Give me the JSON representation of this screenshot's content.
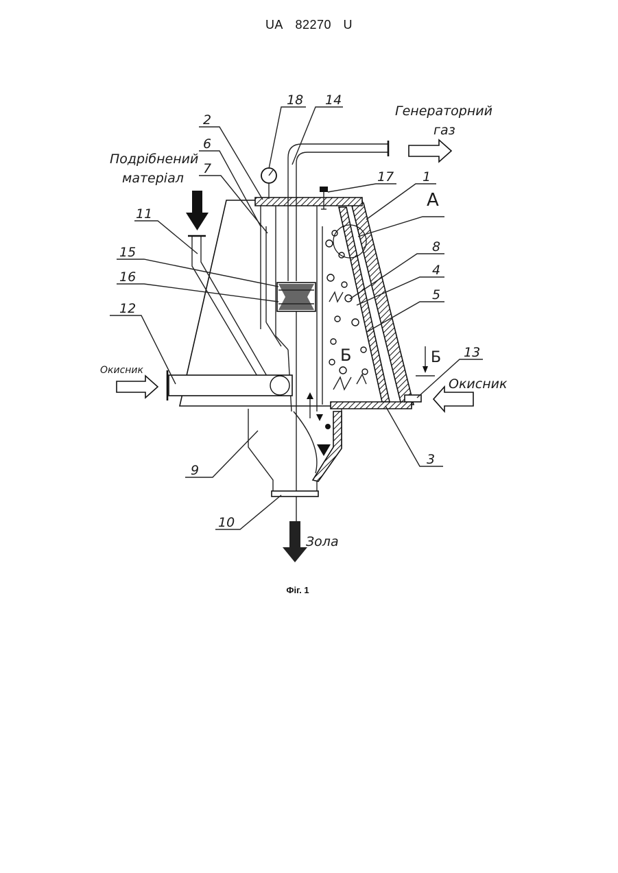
{
  "header": {
    "country": "UA",
    "number": "82270",
    "kind": "U"
  },
  "labels": {
    "generator_gas_line1": "Генераторний",
    "generator_gas_line2": "газ",
    "crushed_material_line1": "Подрібнений",
    "crushed_material_line2": "матеріал",
    "oxidizer_left": "Окисник",
    "oxidizer_right": "Окисник",
    "ash": "Зола",
    "detail_a": "А",
    "section_b_top": "Б",
    "section_b_side": "Б"
  },
  "numbers": {
    "n1": "1",
    "n2": "2",
    "n3": "3",
    "n4": "4",
    "n5": "5",
    "n6": "6",
    "n7": "7",
    "n8": "8",
    "n9": "9",
    "n10": "10",
    "n11": "11",
    "n12": "12",
    "n13": "13",
    "n14": "14",
    "n15": "15",
    "n16": "16",
    "n17": "17",
    "n18": "18"
  },
  "caption": "Фіг. 1"
}
